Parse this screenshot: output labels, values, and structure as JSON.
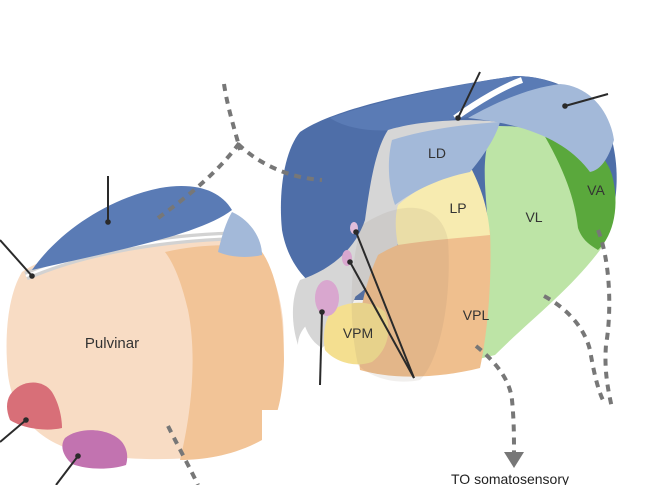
{
  "diagram": {
    "labels": {
      "pulvinar": "Pulvinar",
      "ld": "LD",
      "lp": "LP",
      "vl": "VL",
      "va": "VA",
      "vpl": "VPL",
      "vpm": "VPM"
    },
    "caption_bottom": "TO somatosensory"
  },
  "colors": {
    "pulvinar_light": "#f8dcc4",
    "pulvinar_shade": "#f2c497",
    "cap_blue": "#5a7bb5",
    "cap_blue_dark": "#4e6ea8",
    "cap_light_blue": "#a3b9d9",
    "ld": "#a3b9d9",
    "lp": "#f7ebb0",
    "vl": "#bde4a6",
    "va": "#5aa83c",
    "vpl": "#efbf8e",
    "vpm": "#f4df90",
    "grey_core": "#d6d6d6",
    "pink": "#d9a7cf",
    "red_nucleus": "#d86f78",
    "purple_nucleus": "#c273b0",
    "pointer": "#2a2a2a",
    "arrow": "#777777"
  }
}
